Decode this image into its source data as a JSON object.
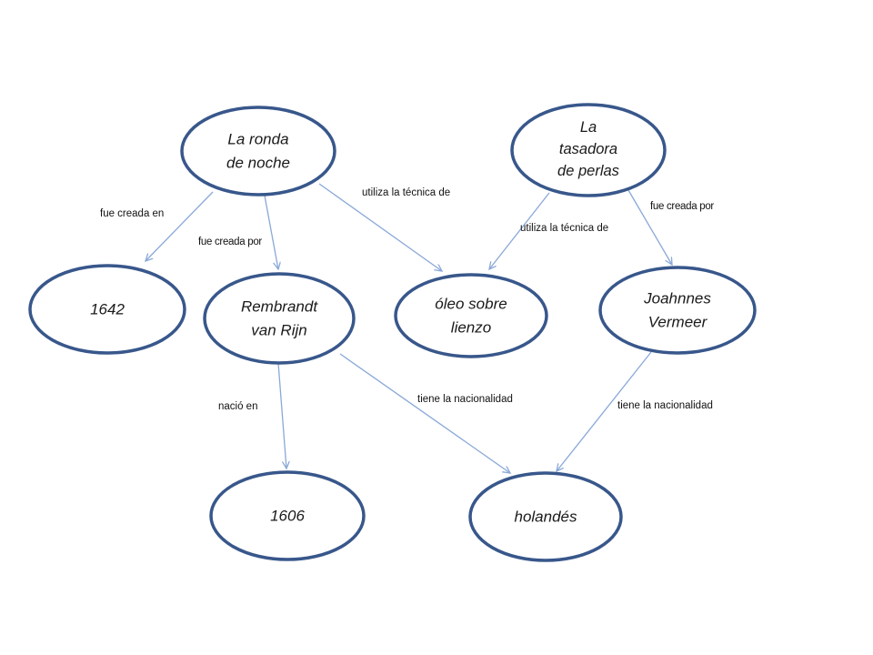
{
  "page": {
    "background": "#ffffff",
    "description": "concept map of paintings, painters, dates, technique and nationality"
  },
  "palette": {
    "node_stroke": "#38578B",
    "node_fill": "#ffffff",
    "edge_color": "#8AA8D8",
    "text_color": "#1a1a1a"
  },
  "nodes": [
    {
      "id": "la-ronda-de-noche",
      "label": "La ronda\nde noche"
    },
    {
      "id": "la-tasadora-de-perlas",
      "label": "La\ntasadora\nde perlas"
    },
    {
      "id": "anio-1642",
      "label": "1642"
    },
    {
      "id": "rembrandt-van-rijn",
      "label": "Rembrandt\nvan Rijn"
    },
    {
      "id": "oleo-sobre-lienzo",
      "label": "óleo sobre\nlienzo"
    },
    {
      "id": "joahnnes-vermeer",
      "label": "Joahnnes\nVermeer"
    },
    {
      "id": "anio-1606",
      "label": "1606"
    },
    {
      "id": "holandes",
      "label": "holandés"
    }
  ],
  "edges": [
    {
      "from": "la-ronda-de-noche",
      "to": "anio-1642",
      "label": "fue creada en"
    },
    {
      "from": "la-ronda-de-noche",
      "to": "rembrandt-van-rijn",
      "label": "fue creada por"
    },
    {
      "from": "la-ronda-de-noche",
      "to": "oleo-sobre-lienzo",
      "label": "utiliza la técnica de"
    },
    {
      "from": "la-tasadora-de-perlas",
      "to": "oleo-sobre-lienzo",
      "label": "utiliza la técnica de"
    },
    {
      "from": "la-tasadora-de-perlas",
      "to": "joahnnes-vermeer",
      "label": "fue creada por"
    },
    {
      "from": "rembrandt-van-rijn",
      "to": "anio-1606",
      "label": "nació en"
    },
    {
      "from": "rembrandt-van-rijn",
      "to": "holandes",
      "label": "tiene la nacionalidad"
    },
    {
      "from": "joahnnes-vermeer",
      "to": "holandes",
      "label": "tiene la nacionalidad"
    }
  ]
}
